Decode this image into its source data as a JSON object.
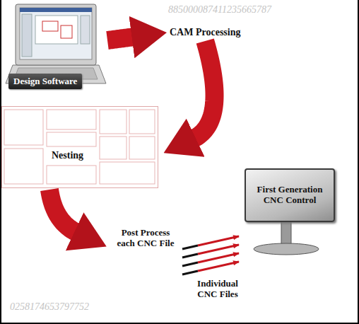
{
  "diagram": {
    "nodes": [
      {
        "text": [
          "Design Software"
        ]
      },
      {
        "text": [
          "CAM Processing"
        ]
      },
      {
        "text": [
          "Nesting"
        ]
      },
      {
        "text": [
          "Post Process each CNC File"
        ]
      },
      {
        "text": [
          "First Generation CNC Control"
        ]
      }
    ],
    "edges": [
      {
        "from": 0,
        "to": 1,
        "arrow": "to"
      },
      {
        "from": 1,
        "to": 2,
        "arrow": "to"
      },
      {
        "from": 2,
        "to": 3,
        "arrow": "to"
      }
    ],
    "labels": [
      "885000087411235665787",
      "Individual CNC Files",
      "0258174653797752"
    ]
  }
}
